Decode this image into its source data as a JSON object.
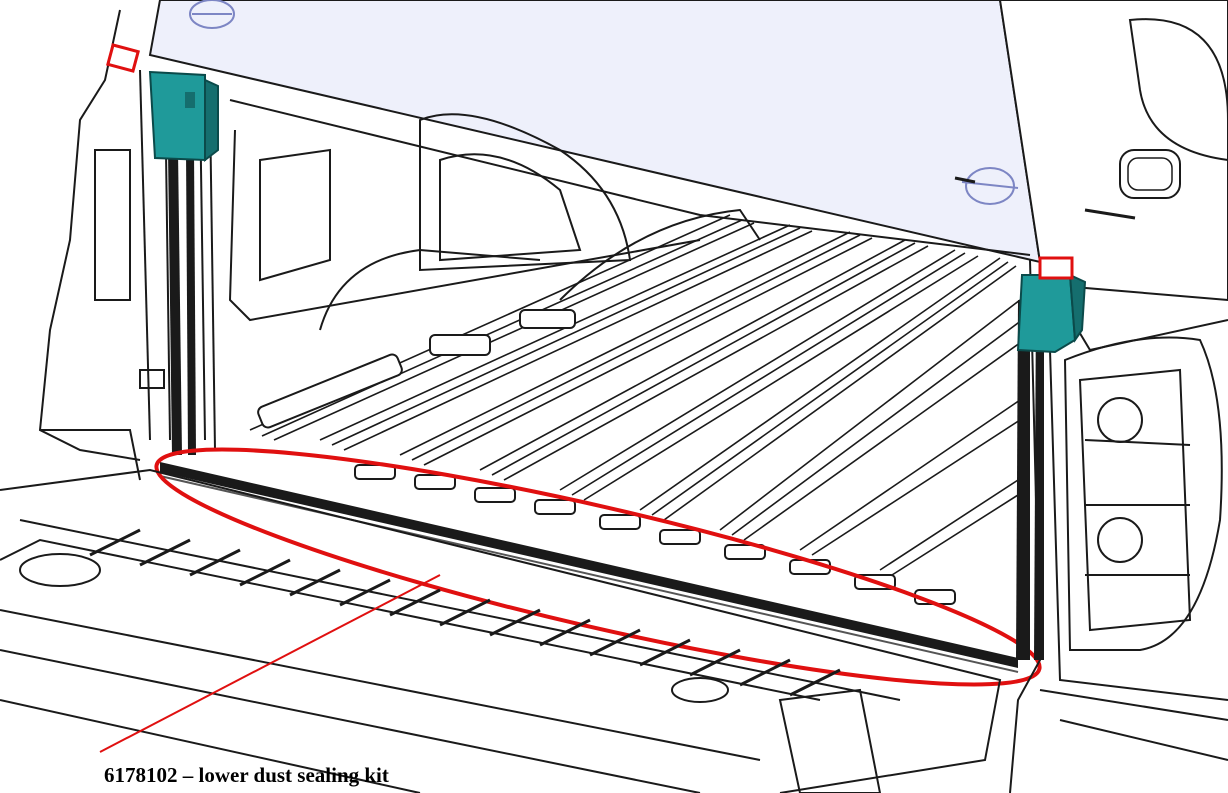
{
  "callout": {
    "label": "6178102 – lower dust sealing kit"
  },
  "colors": {
    "line_art": "#1a1a1a",
    "highlight": "#e01010",
    "bracket_teal": "#1f9a9a",
    "cap_fill": "#eef0fb",
    "background": "#ffffff"
  },
  "icons": {
    "bracket": "teal-bracket",
    "marker": "red-corner-marker",
    "emblem": "oval-emblem"
  }
}
